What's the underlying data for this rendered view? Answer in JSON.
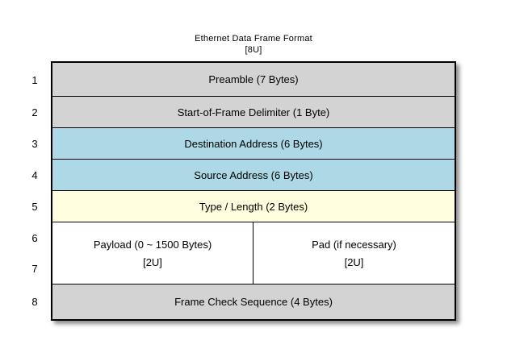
{
  "title": {
    "line1": "Ethernet Data Frame Format",
    "line2": "[8U]"
  },
  "row_numbers": [
    "1",
    "2",
    "3",
    "4",
    "5",
    "6",
    "7",
    "8"
  ],
  "frame": {
    "rows": [
      {
        "label": "Preamble (7 Bytes)"
      },
      {
        "label": "Start-of-Frame Delimiter (1 Byte)"
      },
      {
        "label": "Destination Address (6 Bytes)"
      },
      {
        "label": "Source Address (6 Bytes)"
      },
      {
        "label": "Type / Length (2 Bytes)"
      },
      {
        "left": {
          "line1": "Payload (0 ~ 1500 Bytes)",
          "line2": "[2U]"
        },
        "right": {
          "line1": "Pad (if necessary)",
          "line2": "[2U]"
        }
      },
      {
        "label": "Frame Check Sequence (4 Bytes)"
      }
    ]
  },
  "colors": {
    "header_gray": "#d3d3d3",
    "address_blue": "#add8e6",
    "type_yellow": "#ffffe0",
    "payload_white": "#ffffff",
    "border_black": "#000000"
  }
}
